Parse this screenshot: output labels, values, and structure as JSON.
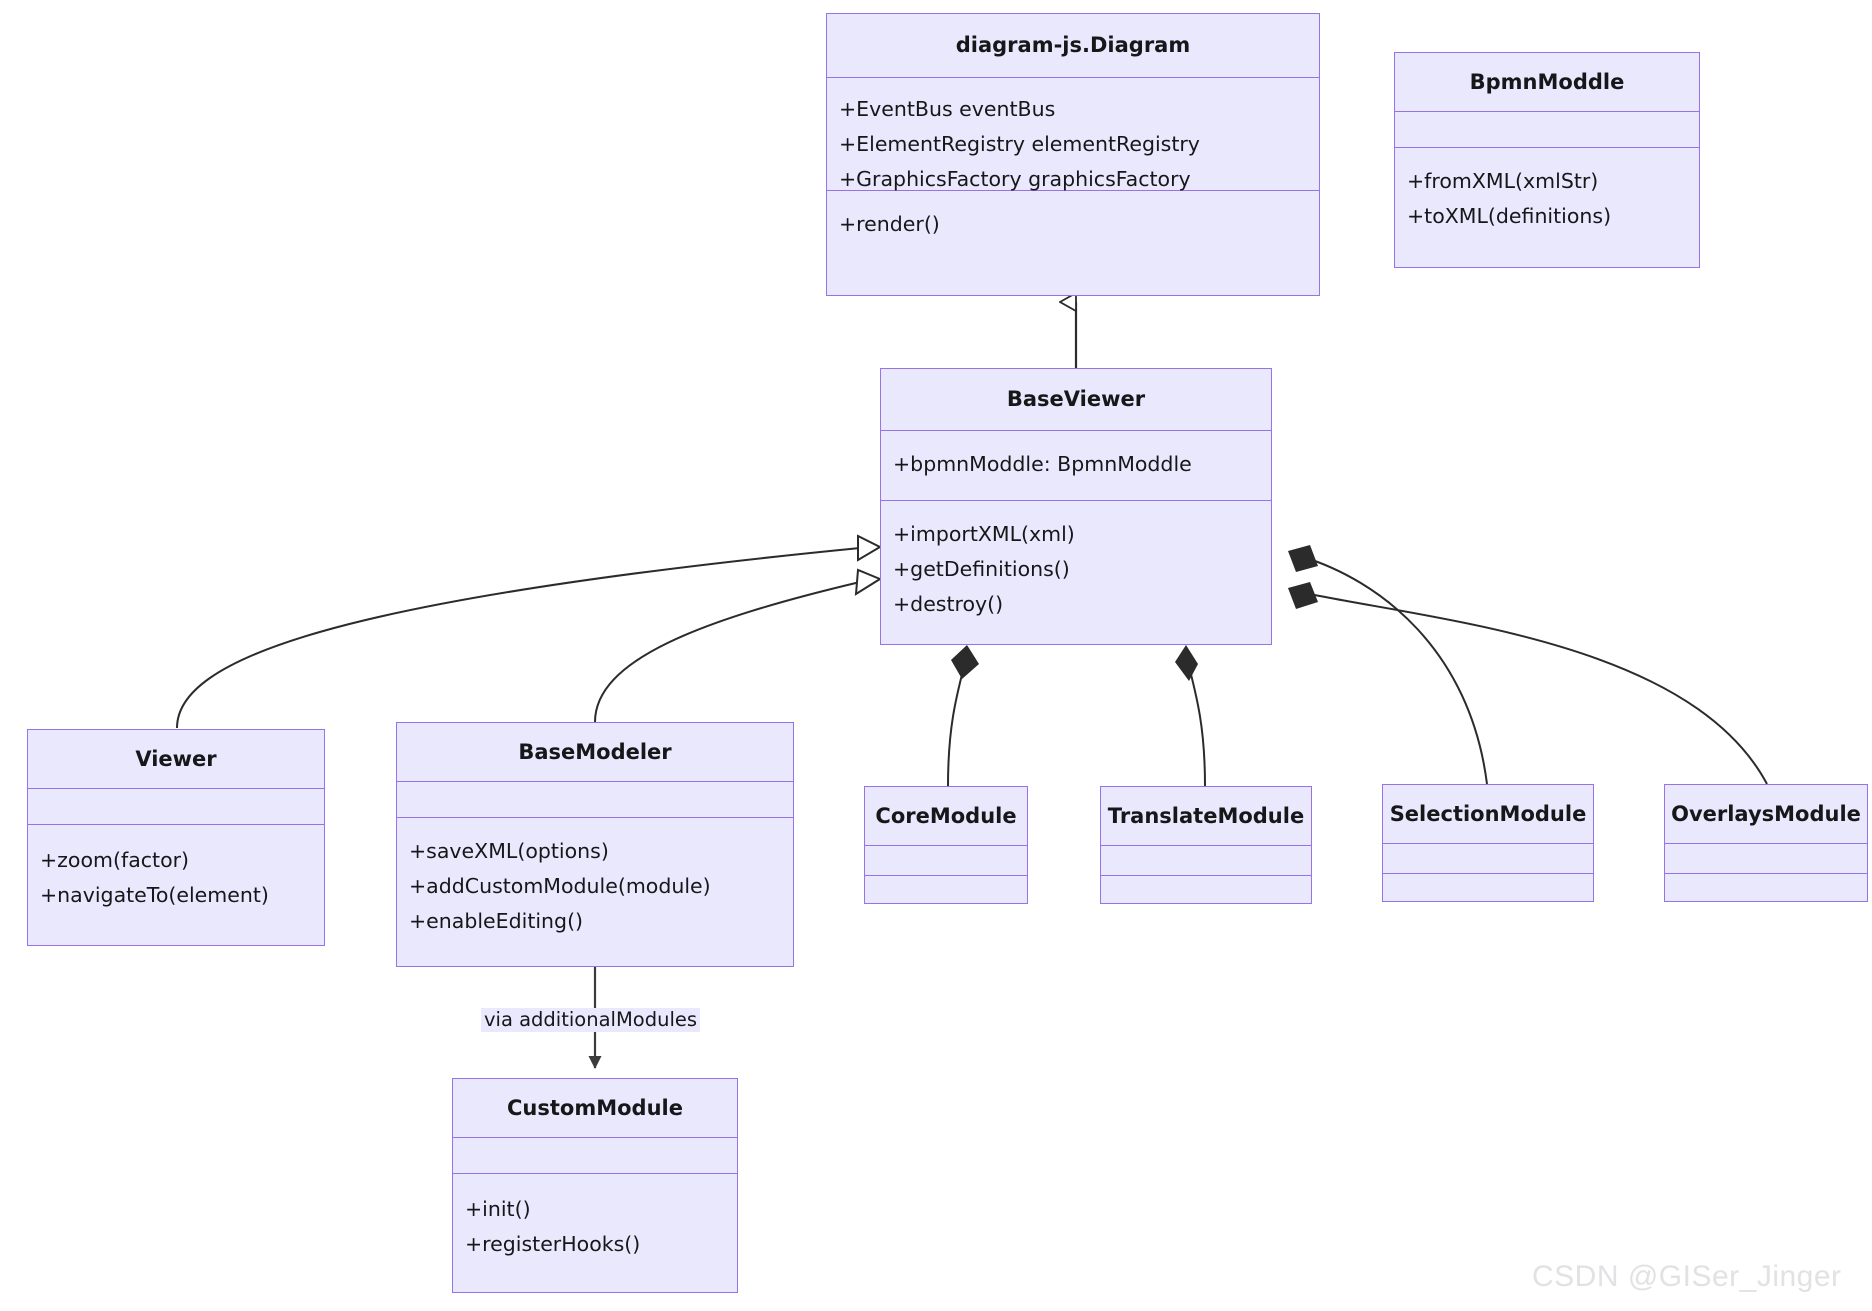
{
  "diagram": {
    "kind": "uml-class-diagram",
    "subject": "bpmn-js / diagram-js architecture",
    "watermark": "CSDN @GISer_Jinger",
    "colors": {
      "class_fill": "#eae8fd",
      "class_border": "#9673e6",
      "edge_stroke": "#2b2b2b",
      "text": "#17171a",
      "background": "#ffffff",
      "watermark": "#e2e2e4"
    }
  },
  "classes": {
    "diagram_js_diagram": {
      "name": "diagram-js.Diagram",
      "attributes": [
        "+EventBus eventBus",
        "+ElementRegistry elementRegistry",
        "+GraphicsFactory graphicsFactory"
      ],
      "methods": [
        "+render()"
      ]
    },
    "bpmn_moddle": {
      "name": "BpmnModdle",
      "attributes": [],
      "methods": [
        "+fromXML(xmlStr)",
        "+toXML(definitions)"
      ]
    },
    "base_viewer": {
      "name": "BaseViewer",
      "attributes": [
        "+bpmnModdle: BpmnModdle"
      ],
      "methods": [
        "+importXML(xml)",
        "+getDefinitions()",
        "+destroy()"
      ]
    },
    "viewer": {
      "name": "Viewer",
      "attributes": [],
      "methods": [
        "+zoom(factor)",
        "+navigateTo(element)"
      ]
    },
    "base_modeler": {
      "name": "BaseModeler",
      "attributes": [],
      "methods": [
        "+saveXML(options)",
        "+addCustomModule(module)",
        "+enableEditing()"
      ]
    },
    "custom_module": {
      "name": "CustomModule",
      "attributes": [],
      "methods": [
        "+init()",
        "+registerHooks()"
      ]
    },
    "core_module": {
      "name": "CoreModule",
      "attributes": [],
      "methods": []
    },
    "translate_module": {
      "name": "TranslateModule",
      "attributes": [],
      "methods": []
    },
    "selection_module": {
      "name": "SelectionModule",
      "attributes": [],
      "methods": []
    },
    "overlays_module": {
      "name": "OverlaysModule",
      "attributes": [],
      "methods": []
    }
  },
  "relationships": [
    {
      "from": "BaseViewer",
      "to": "diagram-js.Diagram",
      "type": "inheritance"
    },
    {
      "from": "Viewer",
      "to": "BaseViewer",
      "type": "inheritance"
    },
    {
      "from": "BaseModeler",
      "to": "BaseViewer",
      "type": "inheritance"
    },
    {
      "from": "BaseViewer",
      "to": "CoreModule",
      "type": "composition"
    },
    {
      "from": "BaseViewer",
      "to": "TranslateModule",
      "type": "composition"
    },
    {
      "from": "BaseViewer",
      "to": "SelectionModule",
      "type": "composition"
    },
    {
      "from": "BaseViewer",
      "to": "OverlaysModule",
      "type": "composition"
    },
    {
      "from": "BaseModeler",
      "to": "CustomModule",
      "type": "dependency",
      "label": "via additionalModules"
    }
  ],
  "edge_labels": {
    "via_additional_modules": "via additionalModules"
  }
}
